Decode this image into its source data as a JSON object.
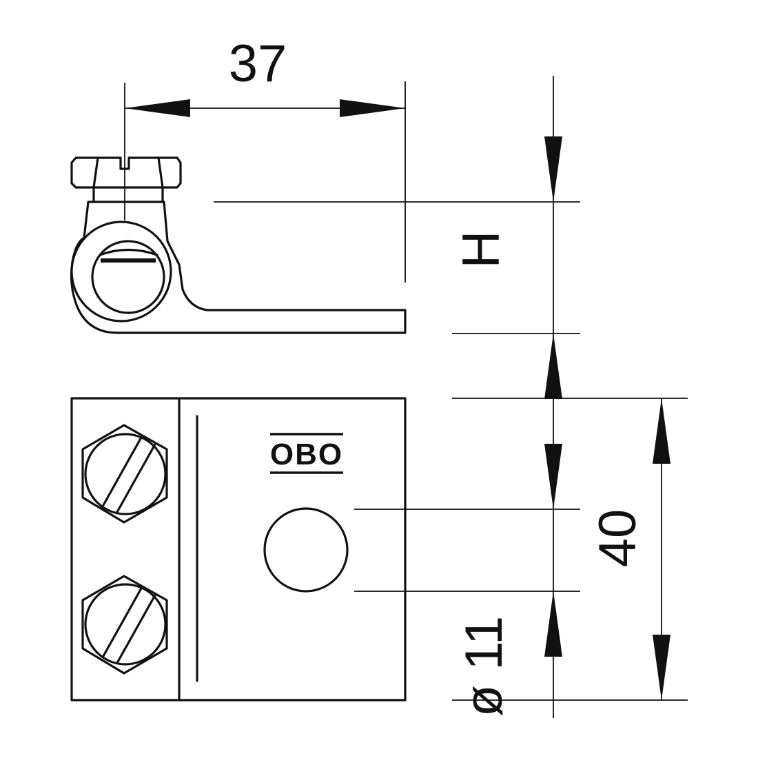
{
  "drawing": {
    "stroke_color": "#111111",
    "background": "#ffffff",
    "logo_text": "OBO",
    "dimensions": {
      "width_top": "37",
      "height_label": "H",
      "length_label": "40",
      "hole_diameter": "ø 11"
    }
  }
}
